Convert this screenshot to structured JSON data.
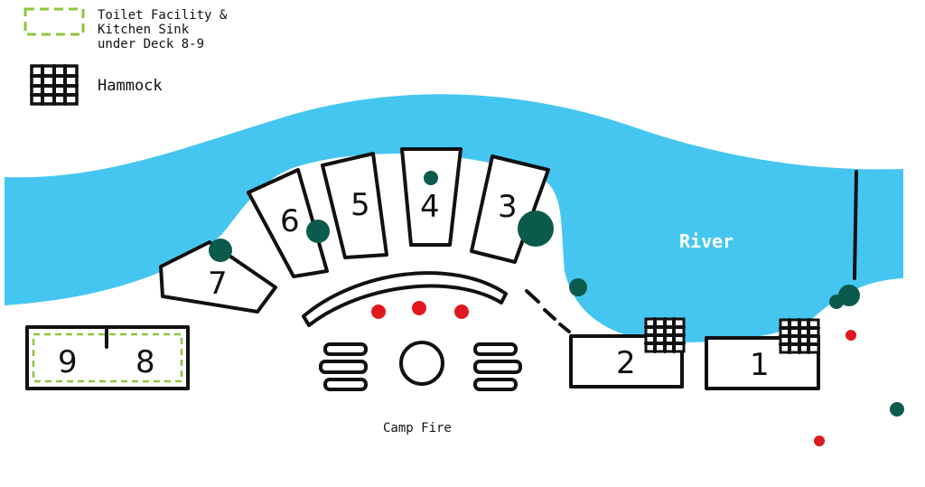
{
  "legend": {
    "toilet_line1": "Toilet Facility &",
    "toilet_line2": "Kitchen Sink",
    "toilet_line3": "under Deck 8-9",
    "hammock": "Hammock"
  },
  "labels": {
    "river": "River",
    "camp_fire": "Camp Fire"
  },
  "decks": {
    "d1": "1",
    "d2": "2",
    "d3": "3",
    "d4": "4",
    "d5": "5",
    "d6": "6",
    "d7": "7",
    "d8": "8",
    "d9": "9"
  },
  "colors": {
    "river": "#45c6f0",
    "tree": "#0b5b4c",
    "marker": "#e0191f",
    "toilet_outline": "#8cc63f"
  },
  "icons": [
    "hammock-icon",
    "tree-icon",
    "red-marker-icon",
    "fire-pit-icon",
    "bench-icon"
  ]
}
